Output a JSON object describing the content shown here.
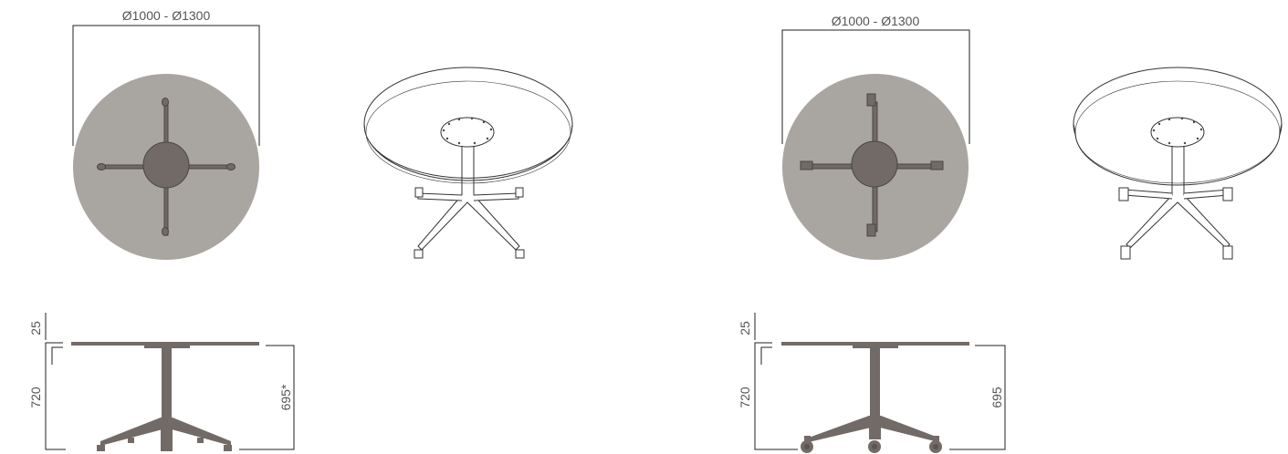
{
  "variant_glides": {
    "top_view": {
      "diameter_label": "Ø1000 - Ø1300"
    },
    "side_view": {
      "top_thickness_label": "25",
      "total_height_label": "720",
      "underside_height_label": "695*"
    },
    "foot_type": "glides"
  },
  "variant_castors": {
    "top_view": {
      "diameter_label": "Ø1000 - Ø1300"
    },
    "side_view": {
      "top_thickness_label": "25",
      "total_height_label": "720",
      "underside_height_label": "695"
    },
    "foot_type": "castors"
  },
  "colors": {
    "top_fill": "#a9a6a1",
    "base_fill": "#726a66",
    "line": "#333333",
    "dim_line": "#222222",
    "dim_text": "#555555"
  }
}
